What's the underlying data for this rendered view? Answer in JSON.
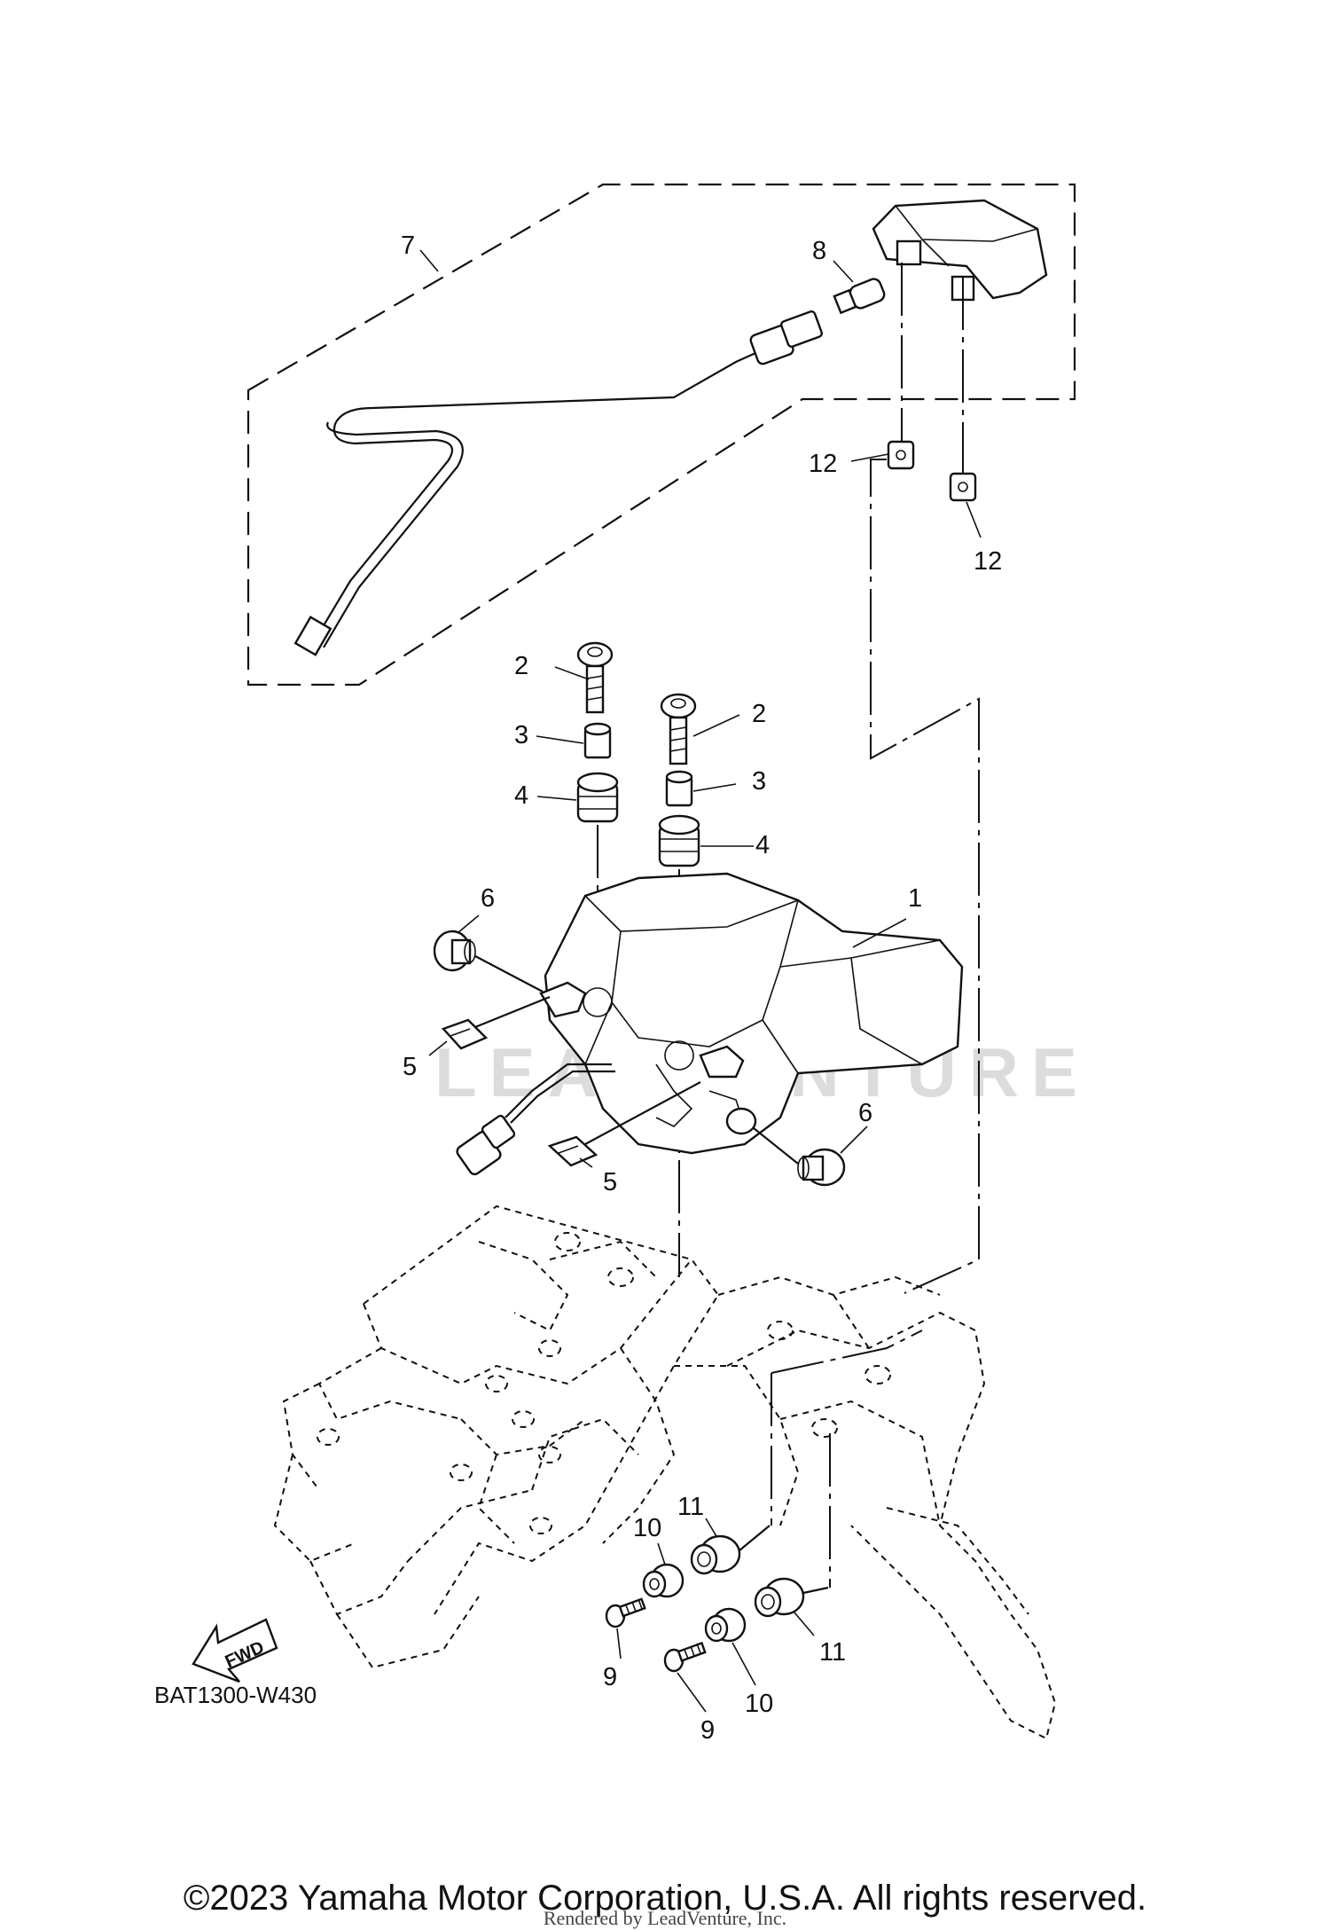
{
  "diagram": {
    "code": "BAT1300-W430",
    "watermark": "LEADVENTURE",
    "fwd_label": "FWD",
    "callouts": {
      "c1": "1",
      "c2a": "2",
      "c2b": "2",
      "c3a": "3",
      "c3b": "3",
      "c4a": "4",
      "c4b": "4",
      "c5a": "5",
      "c5b": "5",
      "c6a": "6",
      "c6b": "6",
      "c7": "7",
      "c8": "8",
      "c9a": "9",
      "c9b": "9",
      "c10a": "10",
      "c10b": "10",
      "c11a": "11",
      "c11b": "11",
      "c12a": "12",
      "c12b": "12"
    }
  },
  "footer": {
    "copyright": "©2023 Yamaha Motor Corporation, U.S.A. All rights reserved.",
    "render_credit": "Rendered by LeadVenture, Inc."
  }
}
